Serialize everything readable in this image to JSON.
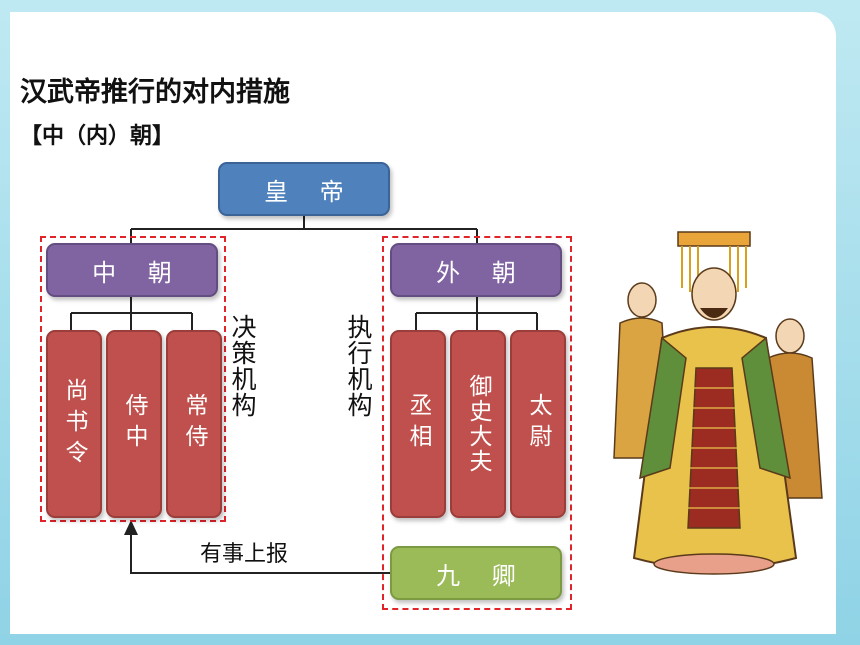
{
  "title": "汉武帝推行的对内措施",
  "subtitle": "【中（内）朝】",
  "nodes": {
    "emperor": "皇 帝",
    "inner_court": "中 朝",
    "outer_court": "外 朝",
    "shangshuling": "尚书令",
    "shizhong": "侍中",
    "changshi": "常侍",
    "chengxiang": "丞相",
    "yushidafu": "御史大夫",
    "taiwei": "太尉",
    "jiuqing": "九 卿"
  },
  "labels": {
    "decision": "决策机构",
    "execution": "执行机构",
    "report": "有事上报"
  },
  "colors": {
    "blue": "#4f81bd",
    "purple": "#8064a2",
    "red": "#c0504d",
    "green": "#9bbb59",
    "dashed_border": "#e0242a"
  }
}
